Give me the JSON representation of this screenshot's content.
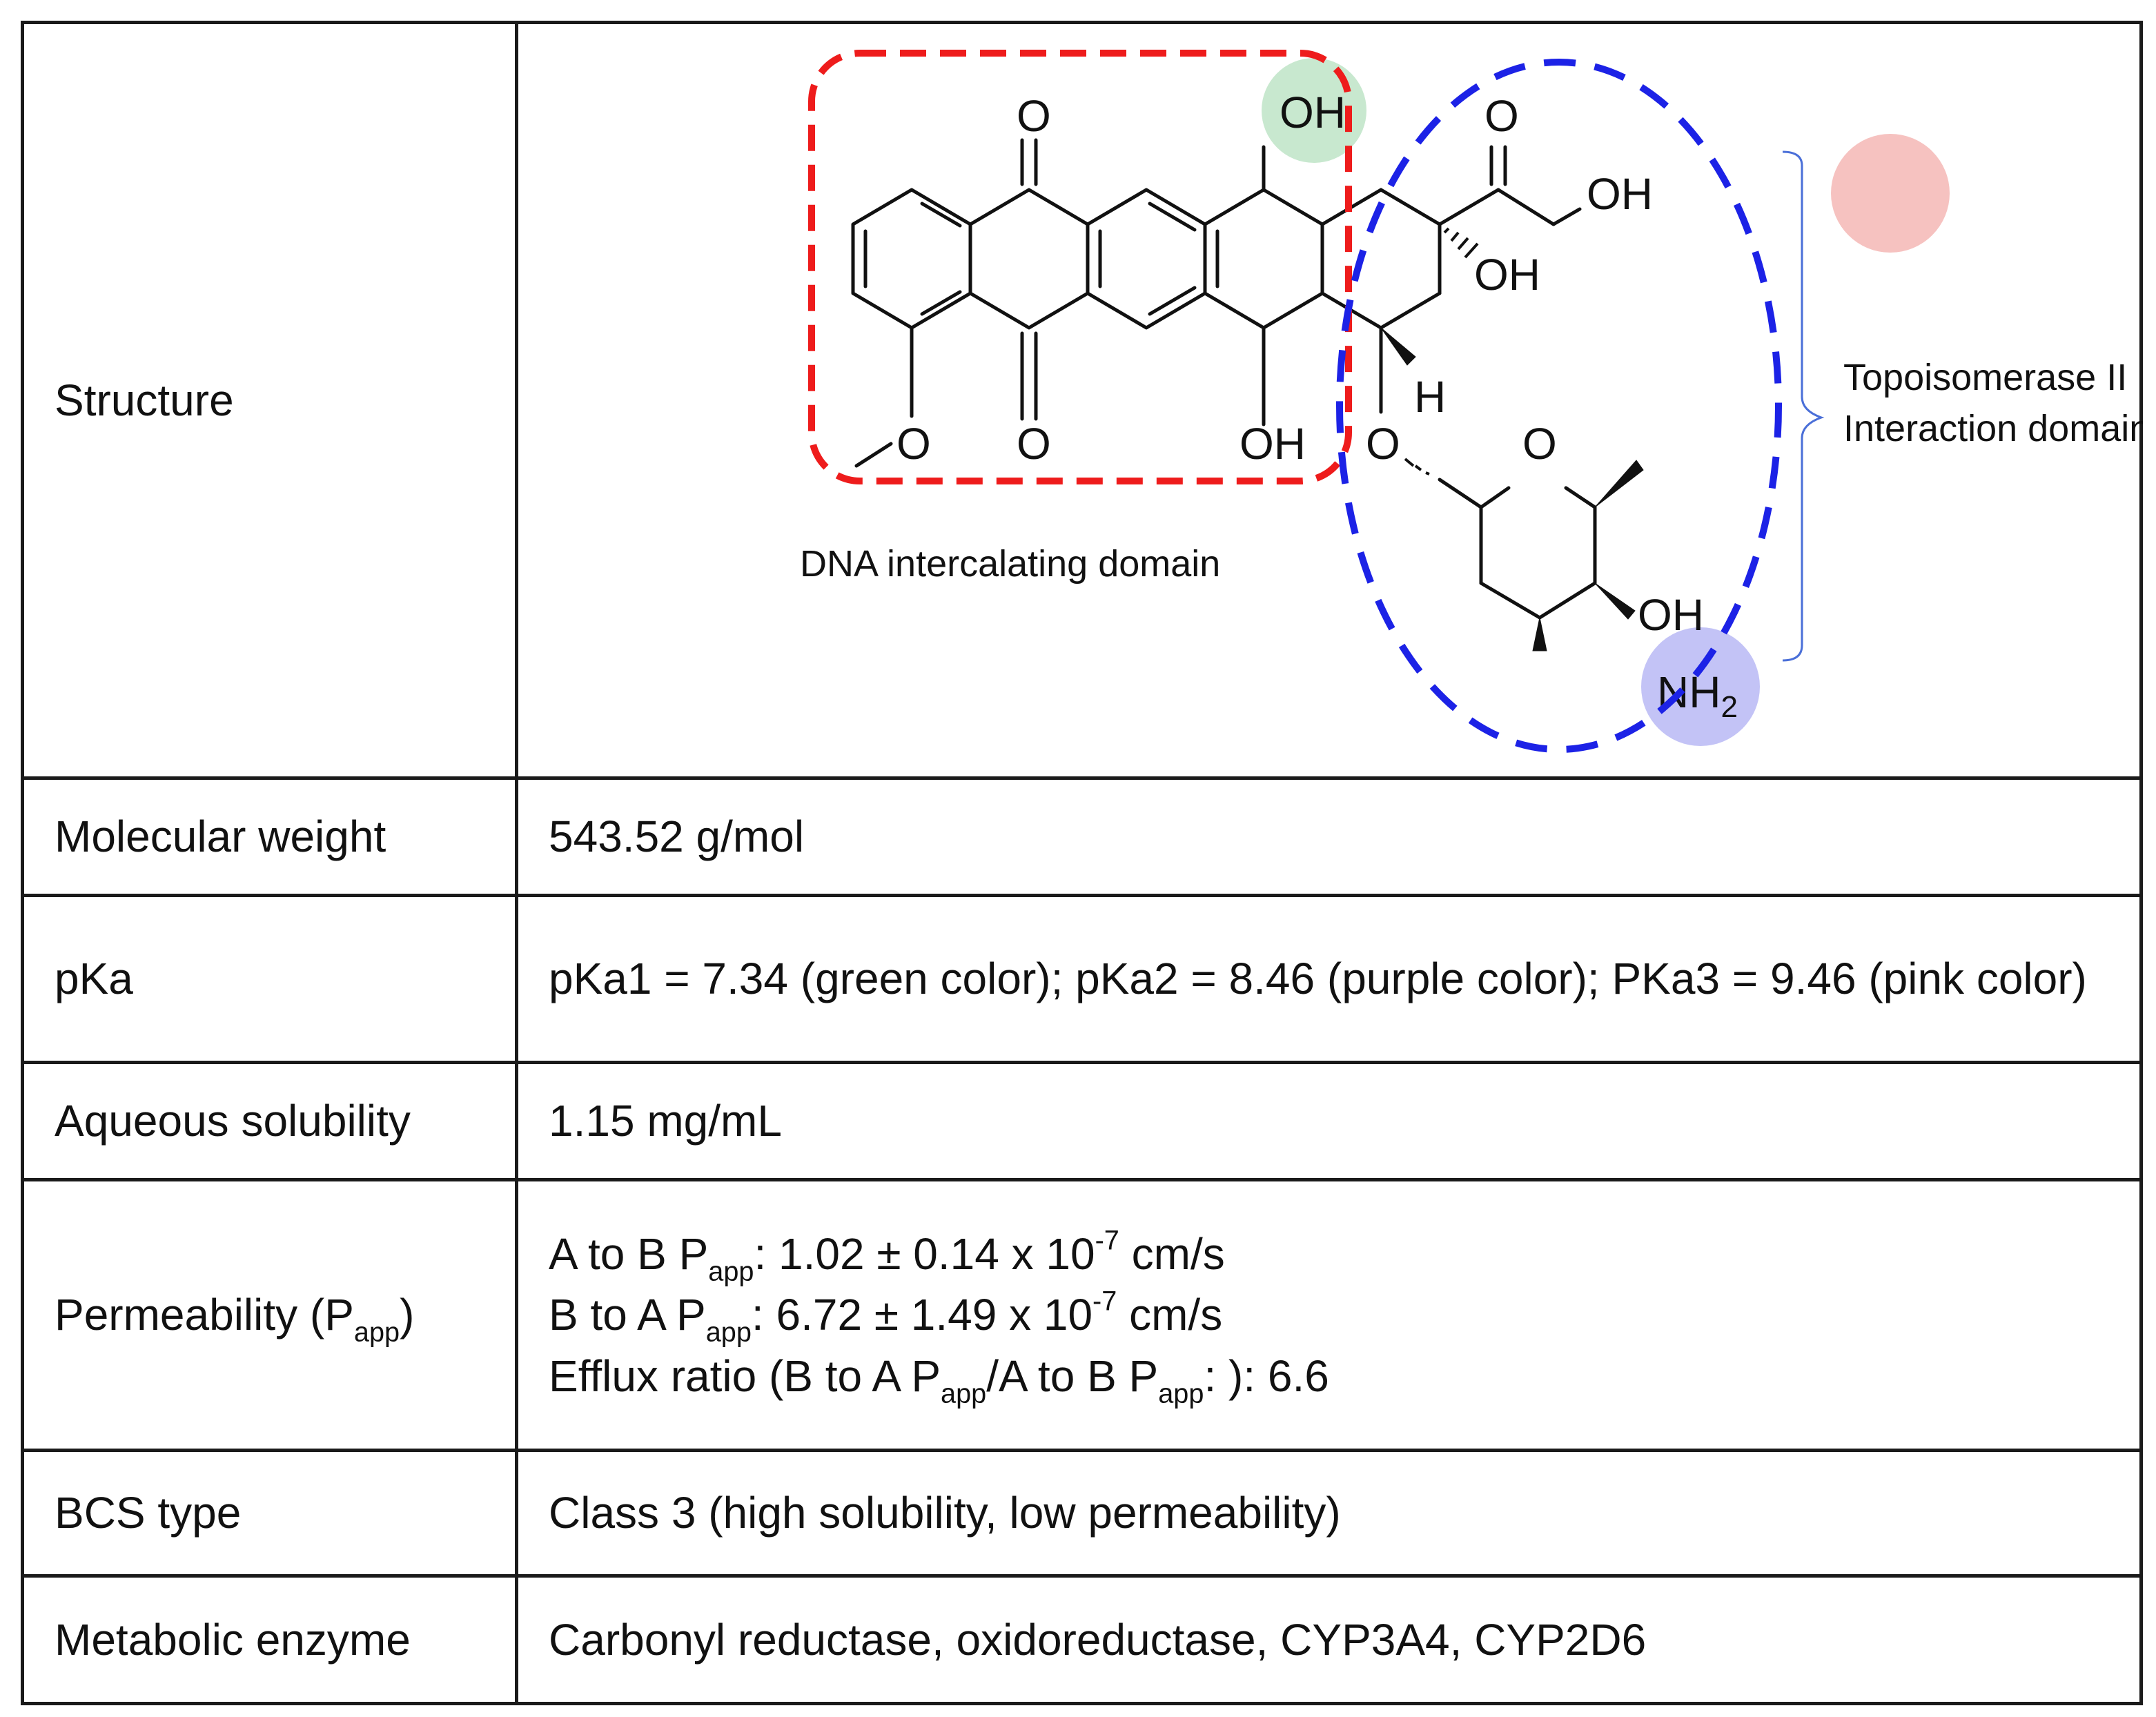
{
  "rows": {
    "structure": {
      "label": "Structure",
      "molecule_labels": {
        "o1": "O",
        "o2": "O",
        "oh_green": "OH",
        "o_ketone": "O",
        "oh_pink": "OH",
        "oh_quat": "OH",
        "h": "H",
        "o_methoxy": "O",
        "oh_lower": "OH",
        "o_glyco": "O",
        "o_ring": "O",
        "oh_sugar": "OH",
        "nh": "NH",
        "nh_sub": "2"
      },
      "dna_label": "DNA intercalating domain",
      "topo_label_line1": "Topoisomerase II",
      "topo_label_line2": "Interaction domain",
      "colors": {
        "dna_box": "#ee1c1c",
        "topo_ellipse": "#1c22e6",
        "bracket": "#4a6fd8",
        "highlight_green": "#c8e8cf",
        "highlight_pink": "#f6c2c0",
        "highlight_purple": "#c3c3f6"
      }
    },
    "molecular_weight": {
      "label": "Molecular weight",
      "value": "543.52 g/mol"
    },
    "pka": {
      "label": "pKa",
      "value": "pKa1 = 7.34 (green color); pKa2 = 8.46 (purple color); PKa3 = 9.46 (pink color)"
    },
    "solubility": {
      "label": "Aqueous solubility",
      "value": "1.15 mg/mL"
    },
    "permeability": {
      "label": "Permeability (P",
      "label_sub": "app",
      "label_end": ")",
      "lines": [
        {
          "pre": "A to B P",
          "sub": "app",
          "mid": ": 1.02 ± 0.14 x 10",
          "sup": "-7",
          "post": " cm/s"
        },
        {
          "pre": "B to A P",
          "sub": "app",
          "mid": ": 6.72 ± 1.49 x 10",
          "sup": "-7",
          "post": " cm/s"
        }
      ],
      "efflux": {
        "pre": "Efflux ratio (B to A P",
        "sub1": "app",
        "mid": "/A to B P",
        "sub2": "app",
        "post": ": ): 6.6"
      }
    },
    "bcs": {
      "label": "BCS type",
      "value": "Class 3 (high solubility, low permeability)"
    },
    "enzyme": {
      "label": "Metabolic enzyme",
      "value": "Carbonyl reductase, oxidoreductase, CYP3A4, CYP2D6"
    }
  }
}
